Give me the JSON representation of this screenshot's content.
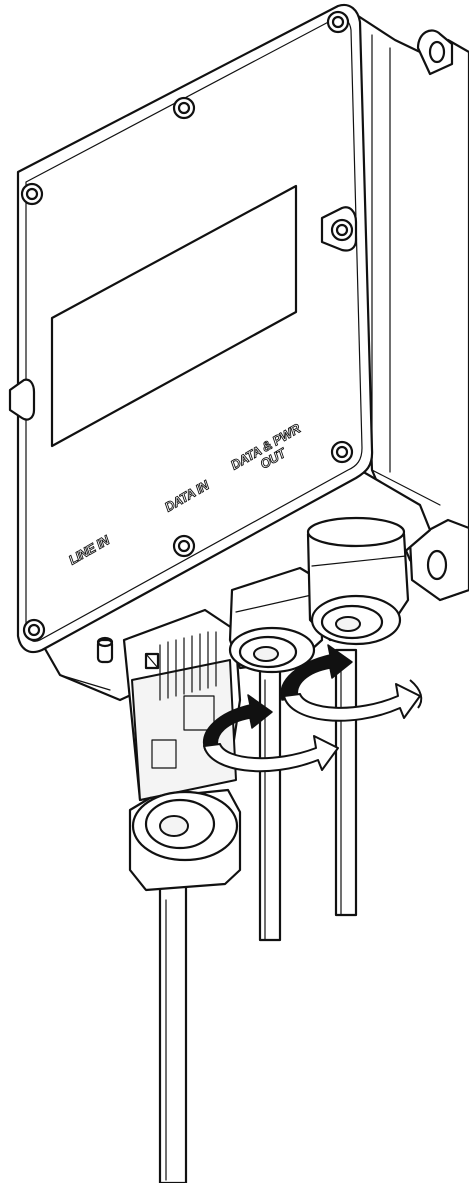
{
  "labels": {
    "line_in": "LINE IN",
    "data_in": "DATA IN",
    "data_pwr_out_line1": "DATA & PWR",
    "data_pwr_out_line2": "OUT"
  },
  "icons": {
    "rotate_arrow_left": "clockwise-rotation-arrow",
    "rotate_arrow_right": "clockwise-rotation-arrow"
  },
  "colors": {
    "ink": "#111111",
    "paper": "#ffffff"
  }
}
